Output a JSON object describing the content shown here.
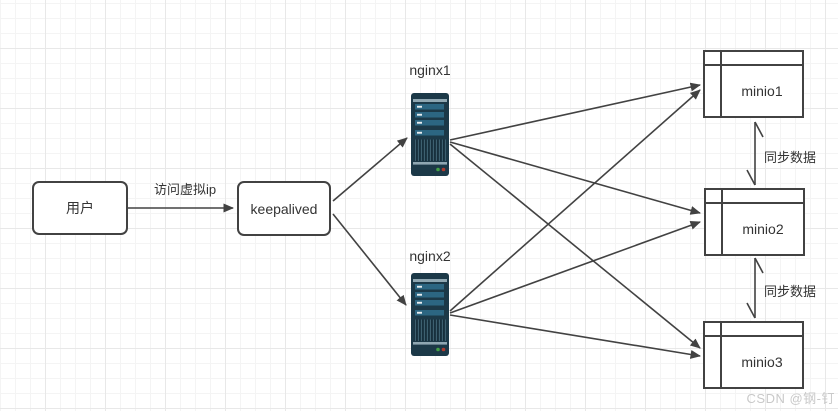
{
  "diagram": {
    "nodes": {
      "user": {
        "label": "用户",
        "shape": "rounded-rect"
      },
      "keepalived": {
        "label": "keepalived",
        "shape": "rounded-rect"
      },
      "nginx1": {
        "label": "nginx1",
        "shape": "server-icon"
      },
      "nginx2": {
        "label": "nginx2",
        "shape": "server-icon"
      },
      "minio1": {
        "label": "minio1",
        "shape": "window-rect"
      },
      "minio2": {
        "label": "minio2",
        "shape": "window-rect"
      },
      "minio3": {
        "label": "minio3",
        "shape": "window-rect"
      }
    },
    "edges": [
      {
        "from": "user",
        "to": "keepalived",
        "label": "访问虚拟ip",
        "arrow": "filled"
      },
      {
        "from": "keepalived",
        "to": "nginx1",
        "arrow": "filled"
      },
      {
        "from": "keepalived",
        "to": "nginx2",
        "arrow": "filled"
      },
      {
        "from": "nginx1",
        "to": "minio1",
        "arrow": "filled"
      },
      {
        "from": "nginx1",
        "to": "minio2",
        "arrow": "filled"
      },
      {
        "from": "nginx1",
        "to": "minio3",
        "arrow": "filled"
      },
      {
        "from": "nginx2",
        "to": "minio1",
        "arrow": "filled"
      },
      {
        "from": "nginx2",
        "to": "minio2",
        "arrow": "filled"
      },
      {
        "from": "nginx2",
        "to": "minio3",
        "arrow": "filled"
      },
      {
        "from": "minio1",
        "to": "minio2",
        "label": "同步数据",
        "arrow": "half-open",
        "bidirectional": true
      },
      {
        "from": "minio2",
        "to": "minio3",
        "label": "同步数据",
        "arrow": "half-open",
        "bidirectional": true
      }
    ]
  },
  "watermark": "CSDN @钢-钉",
  "colors": {
    "connector": "#424242",
    "node_border": "#424242",
    "node_text": "#333333",
    "grid_minor": "#f4f4f4",
    "grid_major": "#e8e8e8",
    "server_body": "#1c3948",
    "server_bar": "#2c6682",
    "server_strip": "#8fa7b2",
    "led_green": "#43a047",
    "led_red": "#b03a2e",
    "watermark_text": "#c9c9c9"
  }
}
